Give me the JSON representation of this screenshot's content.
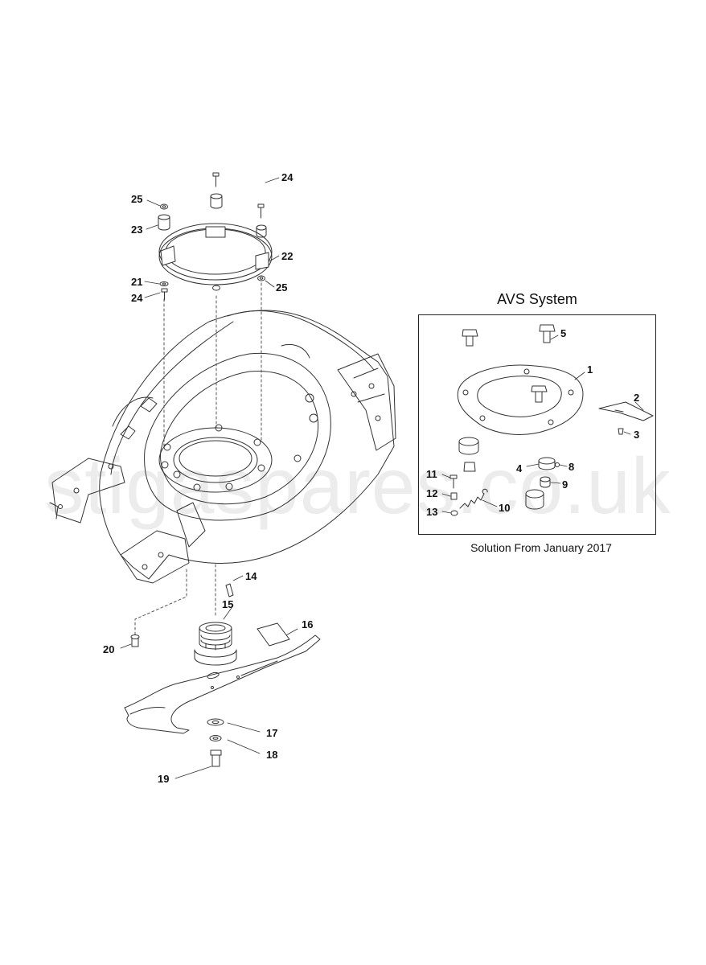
{
  "avs": {
    "title": "AVS System",
    "caption": "Solution From January 2017"
  },
  "watermark": "stigaspares.co.uk",
  "callouts": {
    "c25a": "25",
    "c23": "23",
    "c24a": "24",
    "c22": "22",
    "c21": "21",
    "c24b": "24",
    "c25b": "25",
    "c14": "14",
    "c15": "15",
    "c16": "16",
    "c20": "20",
    "c17": "17",
    "c18": "18",
    "c19": "19",
    "c5": "5",
    "c1": "1",
    "c2": "2",
    "c3": "3",
    "c4": "4",
    "c8": "8",
    "c9": "9",
    "c11": "11",
    "c12": "12",
    "c13": "13",
    "c10": "10"
  }
}
